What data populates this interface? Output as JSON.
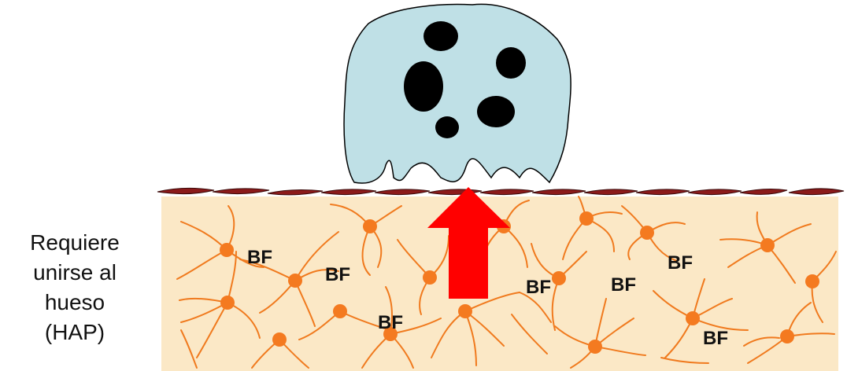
{
  "side_label": {
    "line1": "Requiere",
    "line2": "unirse al",
    "line3": "hueso",
    "line4": "(HAP)"
  },
  "bf_label": "BF",
  "colors": {
    "bone": "#fbe8c6",
    "fibers": "#f07a1e",
    "nodes": "#f47a20",
    "lining_cells": "#8b1a1a",
    "osteoclast": "#bfe0e6",
    "nuclei": "#000000",
    "arrow": "#ff0000"
  }
}
